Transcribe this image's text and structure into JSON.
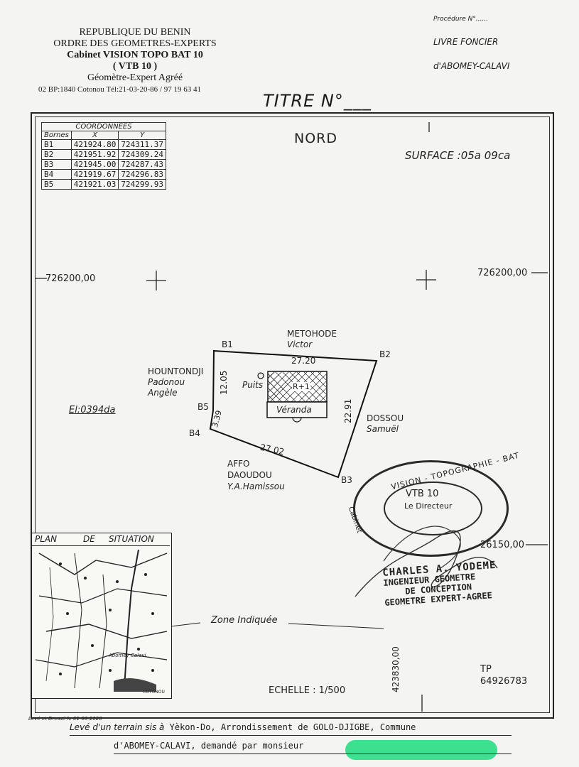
{
  "header": {
    "line1": "REPUBLIQUE DU BENIN",
    "line2": "ORDRE DES GEOMETRES-EXPERTS",
    "line3": "Cabinet VISION TOPO BAT 10",
    "line4": "( VTB 10 )",
    "line5": "Géomètre-Expert Agréé",
    "line6": "02 BP:1840 Cotonou  Tél:21-03-20-86 / 97 19 63 41"
  },
  "titre": "TITRE N°___",
  "right_header": {
    "procedure": "Procédure N°......",
    "livre": "LIVRE FONCIER",
    "lieu": "d'ABOMEY-CALAVI"
  },
  "coords": {
    "title": "COORDONNEES",
    "headers": [
      "Bornes",
      "X",
      "Y"
    ],
    "rows": [
      [
        "B1",
        "421924.80",
        "724311.37"
      ],
      [
        "B2",
        "421951.92",
        "724309.24"
      ],
      [
        "B3",
        "421945.00",
        "724287.43"
      ],
      [
        "B4",
        "421919.67",
        "724296.83"
      ],
      [
        "B5",
        "421921.03",
        "724299.93"
      ]
    ]
  },
  "plan": {
    "nord": "NORD",
    "surface": "SURFACE :05a 09ca",
    "grid_left": "726200,00",
    "grid_right": "726200,00",
    "grid_right2": "26150,00",
    "grid_bottom": "423830,00",
    "echelle": "ECHELLE : 1/500",
    "tp_label": "TP",
    "tp_value": "64926783",
    "zone": "Zone Indiquée",
    "el": "El:0394da"
  },
  "parcel": {
    "b1": "B1",
    "b2": "B2",
    "b3": "B3",
    "b4": "B4",
    "b5": "B5",
    "d_top": "27.20",
    "d_right": "22.91",
    "d_bottom": "27.02",
    "d_left": "12.05",
    "d_short": "3.39",
    "puits": "Puits",
    "r1": "R+1",
    "veranda": "Véranda"
  },
  "neighbors": {
    "north_1": "METOHODE",
    "north_2": "Victor",
    "west_1": "HOUNTONDJI",
    "west_2": "Padonou",
    "west_3": "Angèle",
    "east_1": "DOSSOU",
    "east_2": "Samuël",
    "south_1": "AFFO",
    "south_2": "DAOUDOU",
    "south_3": "Y.A.Hamissou"
  },
  "situation": {
    "title_1": "PLAN",
    "title_2": "DE",
    "title_3": "SITUATION",
    "city1": "Abomey Calavi",
    "city2": "COTONOU"
  },
  "stamp": {
    "arc": "VISION - TOPOGRAPHIE - BAT",
    "center": "VTB 10",
    "role": "Le Directeur",
    "left_arc": "Cabinet"
  },
  "signature": {
    "name": "CHARLES A. YODEME",
    "t1": "INGENIEUR GEOMETRE",
    "t2": "DE CONCEPTION",
    "t3": "GEOMETRE EXPERT-AGREE"
  },
  "footer": {
    "leve": "Levé et Dressé le 01-06-2020",
    "line1_it": "Levé d'un terrain sis à",
    "line1_rest": "Yèkon-Do, Arrondissement de GOLO-DJIGBE, Commune",
    "line2": "d'ABOMEY-CALAVI, demandé par monsieur"
  },
  "colors": {
    "highlight": "#3de08f",
    "ink": "#1a1a1a",
    "paper": "#f4f4f2"
  }
}
